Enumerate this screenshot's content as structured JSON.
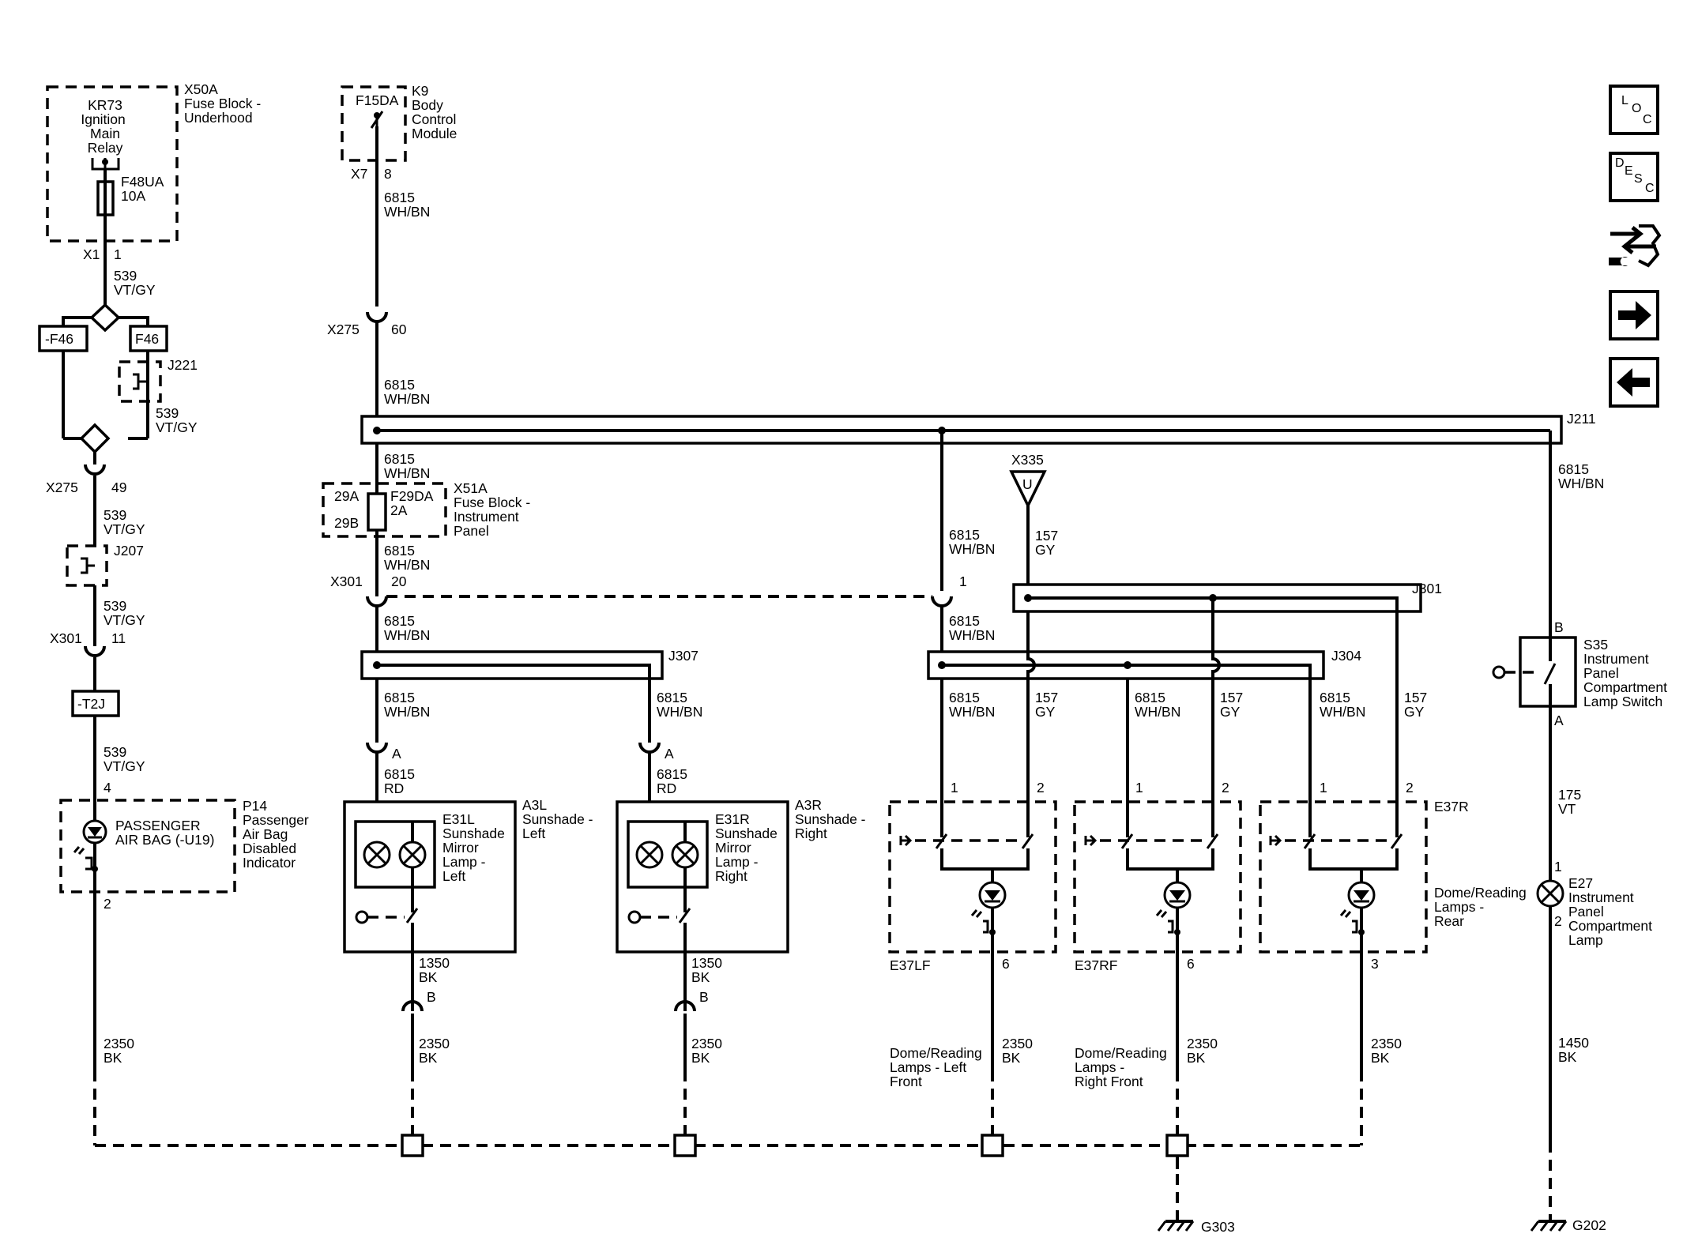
{
  "nav": {
    "loc": [
      "L",
      "O",
      "C"
    ],
    "desc": [
      "D",
      "E",
      "S",
      "C"
    ]
  },
  "lbl": {
    "kr73": [
      "KR73",
      "Ignition",
      "Main",
      "Relay"
    ],
    "x50a": [
      "X50A",
      "Fuse Block -",
      "Underhood"
    ],
    "f48ua": [
      "F48UA",
      "10A"
    ],
    "x1": "X1",
    "x1_pin": "1",
    "w539": [
      "539",
      "VT/GY"
    ],
    "f46neg": "-F46",
    "f46": "F46",
    "j221": "J221",
    "x275": "X275",
    "pin49": "49",
    "j207": "J207",
    "x301": "X301",
    "pin11": "11",
    "t2j": "-T2J",
    "pin4": "4",
    "p14": [
      "P14",
      "Passenger",
      "Air Bag",
      "Disabled",
      "Indicator"
    ],
    "pab": [
      "PASSENGER",
      "AIR BAG (-U19)"
    ],
    "pin2": "2",
    "f15da": "F15DA",
    "k9": [
      "K9",
      "Body",
      "Control",
      "Module"
    ],
    "x7": "X7",
    "pin8": "8",
    "w6815": [
      "6815",
      "WH/BN"
    ],
    "pin60": "60",
    "j211": "J211",
    "x51a": [
      "X51A",
      "Fuse Block -",
      "Instrument",
      "Panel"
    ],
    "f29da": [
      "F29DA",
      "2A"
    ],
    "p29a": "29A",
    "p29b": "29B",
    "pin20": "20",
    "pin1": "1",
    "x335": "X335",
    "u": "U",
    "w157": [
      "157",
      "GY"
    ],
    "j301": "J301",
    "j307": "J307",
    "j304": "J304",
    "a": "A",
    "b": "B",
    "w6815rd": [
      "6815",
      "RD"
    ],
    "e31l": [
      "E31L",
      "Sunshade",
      "Mirror",
      "Lamp -",
      "Left"
    ],
    "a3l": [
      "A3L",
      "Sunshade -",
      "Left"
    ],
    "e31r": [
      "E31R",
      "Sunshade",
      "Mirror",
      "Lamp -",
      "Right"
    ],
    "a3r": [
      "A3R",
      "Sunshade -",
      "Right"
    ],
    "w1350": [
      "1350",
      "BK"
    ],
    "w2350": [
      "2350",
      "BK"
    ],
    "pin_1": "1",
    "pin_2": "2",
    "pin6": "6",
    "pin3": "3",
    "e37lf": "E37LF",
    "e37rf": "E37RF",
    "e37r": "E37R",
    "dome_lf": [
      "Dome/Reading",
      "Lamps - Left",
      "Front"
    ],
    "dome_rf": [
      "Dome/Reading",
      "Lamps -",
      "Right Front"
    ],
    "dome_r": [
      "Dome/Reading",
      "Lamps -",
      "Rear"
    ],
    "s35": [
      "S35",
      "Instrument",
      "Panel",
      "Compartment",
      "Lamp Switch"
    ],
    "w175": [
      "175",
      "VT"
    ],
    "e27": [
      "E27",
      "Instrument",
      "Panel",
      "Compartment",
      "Lamp"
    ],
    "w1450": [
      "1450",
      "BK"
    ],
    "g303": "G303",
    "g202": "G202"
  }
}
